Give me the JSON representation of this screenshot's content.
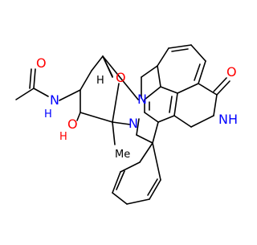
{
  "molecule": {
    "atom_labels": {
      "oxygen_carbonyl_acetyl": "O",
      "nitrogen_amide": "N",
      "hydrogen_amide": "H",
      "oxygen_bridge": "O",
      "hydrogen_stereo_top": "H",
      "oxygen_hydroxyl": "O",
      "hydrogen_hydroxyl": "H",
      "methyl_label": "Me",
      "nitrogen_indole_top": "N",
      "nitrogen_indole_bottom": "N",
      "oxygen_lactam": "O",
      "nitrogen_lactam": "NH"
    },
    "colors": {
      "bond": "#000000",
      "oxygen": "#ff0000",
      "nitrogen": "#0000ff"
    }
  }
}
